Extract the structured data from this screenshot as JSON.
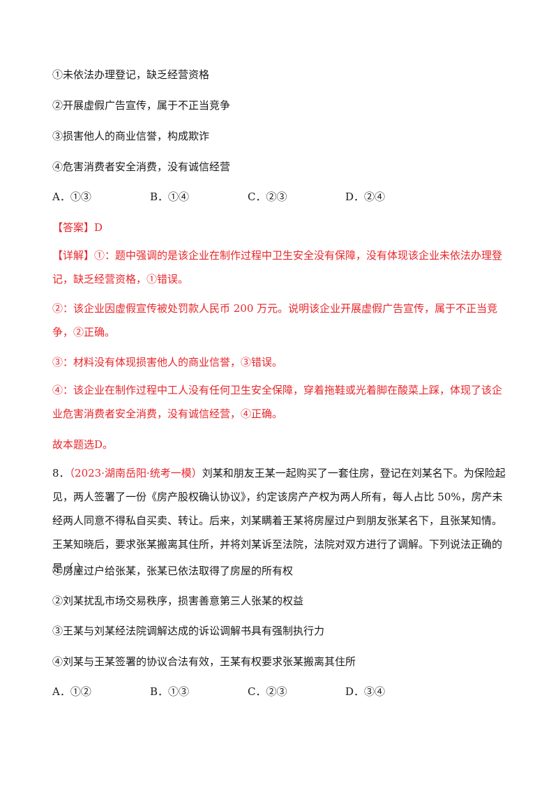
{
  "q7": {
    "statements": [
      "①未依法办理登记，缺乏经营资格",
      "②开展虚假广告宣传，属于不正当竞争",
      "③损害他人的商业信誉，构成欺诈",
      "④危害消费者安全消费，没有诚信经营"
    ],
    "options": [
      "A．①③",
      "B．①④",
      "C．②③",
      "D．②④"
    ],
    "answer": "【答案】D",
    "detail": [
      "【详解】①：题中强调的是该企业在制作过程中卫生安全没有保障，没有体现该企业未依法办理登记，缺乏经营资格，①错误。",
      "②：该企业因虚假宣传被处罚款人民币 200 万元。说明该企业开展虚假广告宣传，属于不正当竞争，②正确。",
      "③：材料没有体现损害他人的商业信誉，③错误。",
      "④：该企业在制作过程中工人没有任何卫生安全保障，穿着拖鞋或光着脚在酸菜上踩，体现了该企业危害消费者安全消费，没有诚信经营，④正确。"
    ],
    "conclusion": "故本题选D。"
  },
  "q8": {
    "number": "8．",
    "source": "（2023·湖南岳阳·统考一模）",
    "stem": "刘某和朋友王某一起购买了一套住房，登记在刘某名下。为保险起见，两人签署了一份《房产股权确认协议》，约定该房产产权为两人所有，每人占比 50%，房产未经两人同意不得私自买卖、转让。后来，刘某瞒着王某将房屋过户到朋友张某名下，且张某知情。王某知晓后，要求张某搬离其住所，并将刘某诉至法院，法院对双方进行了调解。下列说法正确的是（    ）",
    "statements": [
      "①房屋过户给张某，张某已依法取得了房屋的所有权",
      "②刘某扰乱市场交易秩序，损害善意第三人张某的权益",
      "③王某与刘某经法院调解达成的诉讼调解书具有强制执行力",
      "④刘某与王某签署的协议合法有效，王某有权要求张某搬离其住所"
    ],
    "options": [
      "A．①②",
      "B．①③",
      "C．②③",
      "D．③④"
    ]
  }
}
